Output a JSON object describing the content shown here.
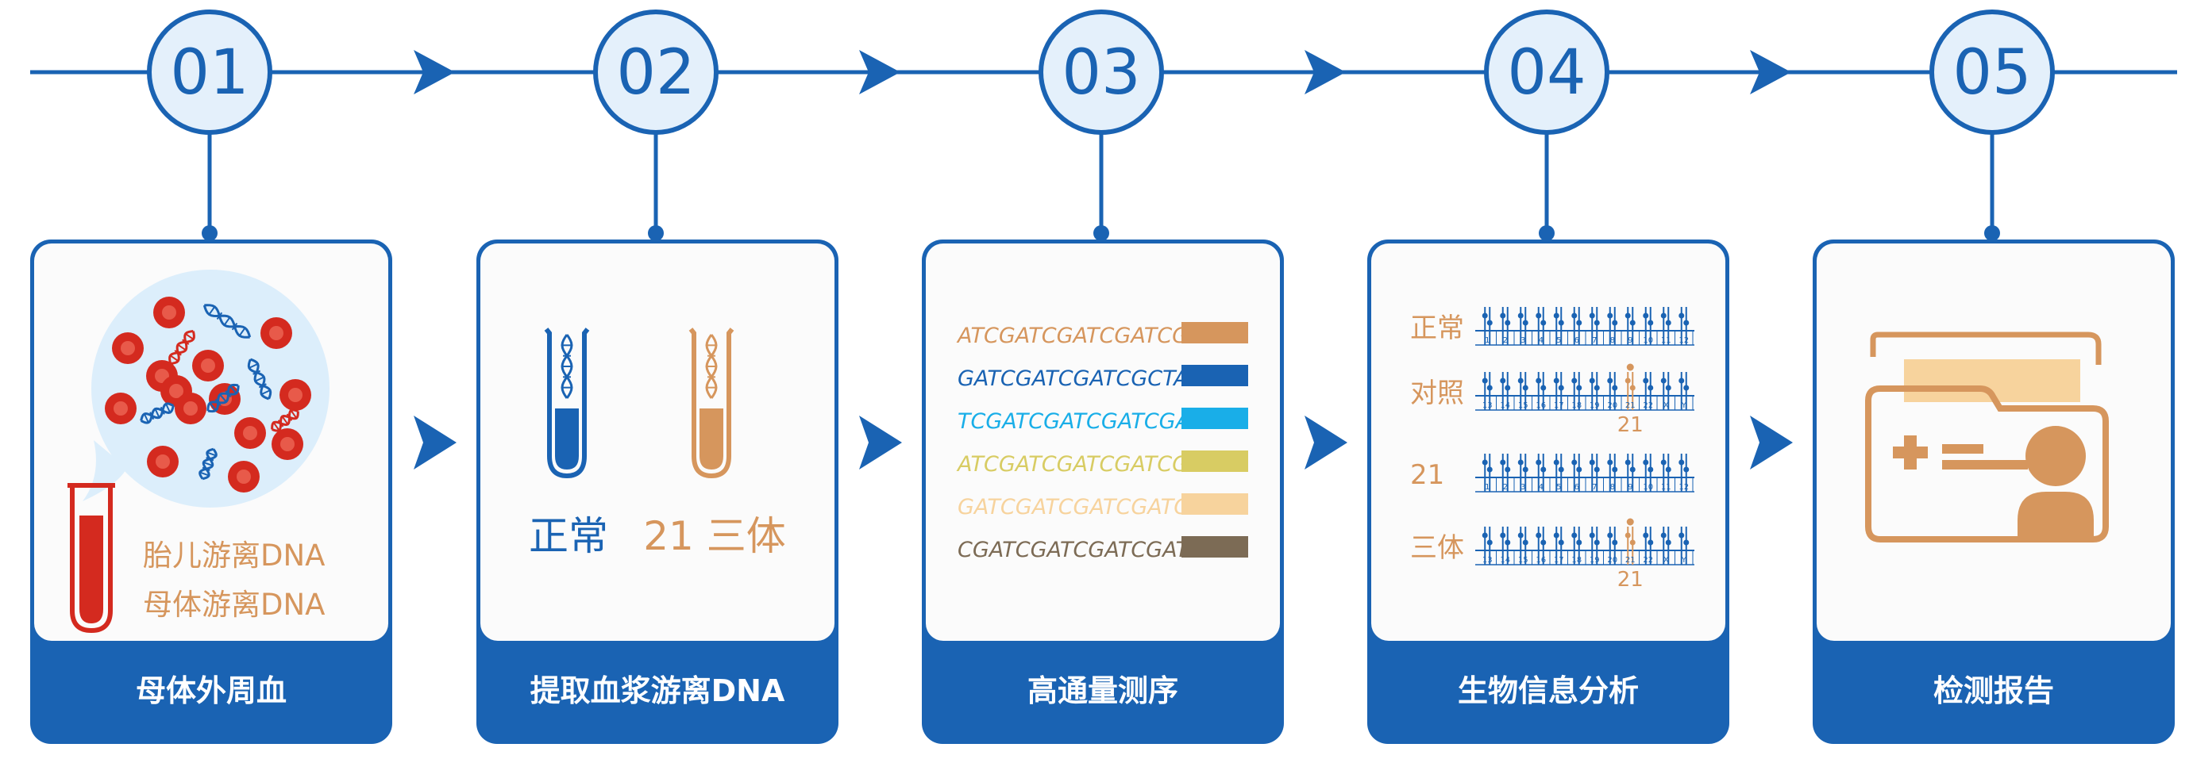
{
  "colors": {
    "primary": "#1a63b3",
    "circle_fill": "#e4f0fb",
    "card_border": "#1a63b3",
    "card_bg": "#fbfbfb",
    "orange": "#d6965d",
    "blood_red": "#d42a1f",
    "light_blue_bg": "#dceefb"
  },
  "steps": [
    {
      "number": "01",
      "title": "母体外周血"
    },
    {
      "number": "02",
      "title": "提取血浆游离DNA"
    },
    {
      "number": "03",
      "title": "高通量测序"
    },
    {
      "number": "04",
      "title": "生物信息分析"
    },
    {
      "number": "05",
      "title": "检测报告"
    }
  ],
  "card1": {
    "fetal_label": "胎儿游离DNA",
    "maternal_label": "母体游离DNA"
  },
  "card2": {
    "normal_label": "正常",
    "trisomy_label": "21 三体"
  },
  "card3": {
    "sequences": [
      {
        "text": "ATCGATCGATCGATCG",
        "color": "#d6965d"
      },
      {
        "text": "GATCGATCGATCGCTA",
        "color": "#1a63b3"
      },
      {
        "text": "TCGATCGATCGATCGA",
        "color": "#19aee8"
      },
      {
        "text": "ATCGATCGATCGATCG",
        "color": "#d8cc63"
      },
      {
        "text": "GATCGATCGATCGATC",
        "color": "#f7d39d"
      },
      {
        "text": "CGATCGATCGATCGAT",
        "color": "#7c6b55"
      }
    ]
  },
  "card4": {
    "labels": [
      "正常",
      "对照",
      "21",
      "三体"
    ],
    "row_top_numbers": [
      "1",
      "2",
      "3",
      "4",
      "5",
      "6",
      "7",
      "8",
      "9",
      "10",
      "11",
      "12"
    ],
    "row_bottom_numbers": [
      "13",
      "14",
      "15",
      "16",
      "17",
      "18",
      "19",
      "20",
      "21",
      "22",
      "X",
      "Y"
    ],
    "highlight": "21"
  },
  "icons": {
    "blood_tube": "blood-tube-icon",
    "red_cell": "red-blood-cell-icon",
    "dna": "dna-icon",
    "test_tube": "test-tube-icon",
    "chromosome": "chromosome-icon",
    "folder": "folder-icon",
    "doctor": "person-icon",
    "arrow": "arrow-right-icon"
  }
}
